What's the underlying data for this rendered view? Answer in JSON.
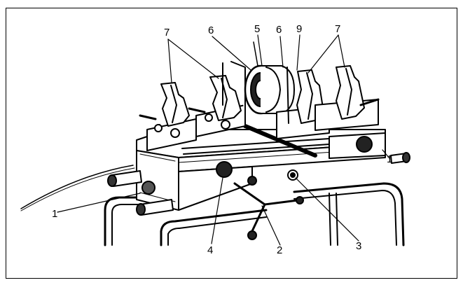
{
  "figure": {
    "callouts": [
      {
        "id": "c7a",
        "text": "7"
      },
      {
        "id": "c6a",
        "text": "6"
      },
      {
        "id": "c5",
        "text": "5"
      },
      {
        "id": "c6b",
        "text": "6"
      },
      {
        "id": "c9",
        "text": "9"
      },
      {
        "id": "c7b",
        "text": "7"
      },
      {
        "id": "c1a",
        "text": "1"
      },
      {
        "id": "c1b",
        "text": "1"
      },
      {
        "id": "c4",
        "text": "4"
      },
      {
        "id": "c2",
        "text": "2"
      },
      {
        "id": "c3",
        "text": "3"
      }
    ]
  }
}
